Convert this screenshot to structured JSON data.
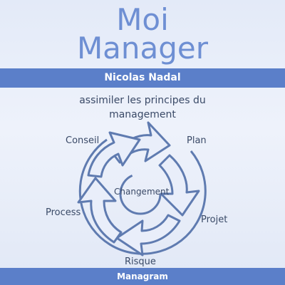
{
  "cover": {
    "title_line1": "Moi",
    "title_line2": "Manager",
    "author": "Nicolas Nadal",
    "subtitle_line1": "assimiler les principes du",
    "subtitle_line2": "management",
    "publisher": "Managram"
  },
  "diagram": {
    "center": "Changement",
    "labels": {
      "conseil": "Conseil",
      "plan": "Plan",
      "process": "Process",
      "projet": "Projet",
      "risque": "Risque"
    }
  },
  "colors": {
    "title": "#6e8fd3",
    "band": "#5b7fc9",
    "stroke": "#5f7bb0",
    "background": "#e6ecf8"
  }
}
